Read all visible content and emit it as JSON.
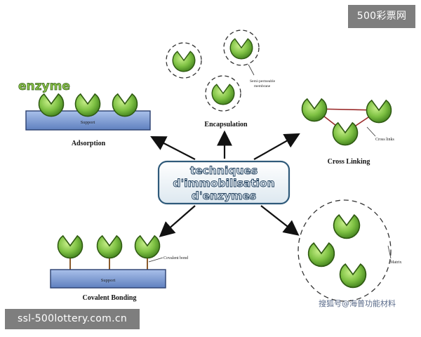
{
  "center_title": [
    "techniques",
    "d'immobilisation",
    "d'enzymes"
  ],
  "enzyme_label": "enzyme",
  "panels": {
    "adsorption": {
      "title": "Adsorption",
      "support": "Support"
    },
    "encapsulation": {
      "title": "Encapsulation",
      "membrane_line1": "Semi-permeable",
      "membrane_line2": "membrane"
    },
    "cross_linking": {
      "title": "Cross Linking",
      "links": "Cross links"
    },
    "covalent": {
      "title": "Covalent Bonding",
      "support": "Support",
      "bond": "Covalent bond"
    },
    "matrix": {
      "label": "Matrix"
    }
  },
  "watermarks": {
    "top_right": "500彩票网",
    "bottom_left": "ssl-500lottery.com.cn",
    "source": "搜狐号@海普功能材料"
  },
  "colors": {
    "enzyme_green": "#7ec143",
    "enzyme_outline": "#2f5a12",
    "support_blue": "#8aa7d9",
    "cross_link": "#9a2a2a",
    "center_border": "#2f5a7a"
  }
}
